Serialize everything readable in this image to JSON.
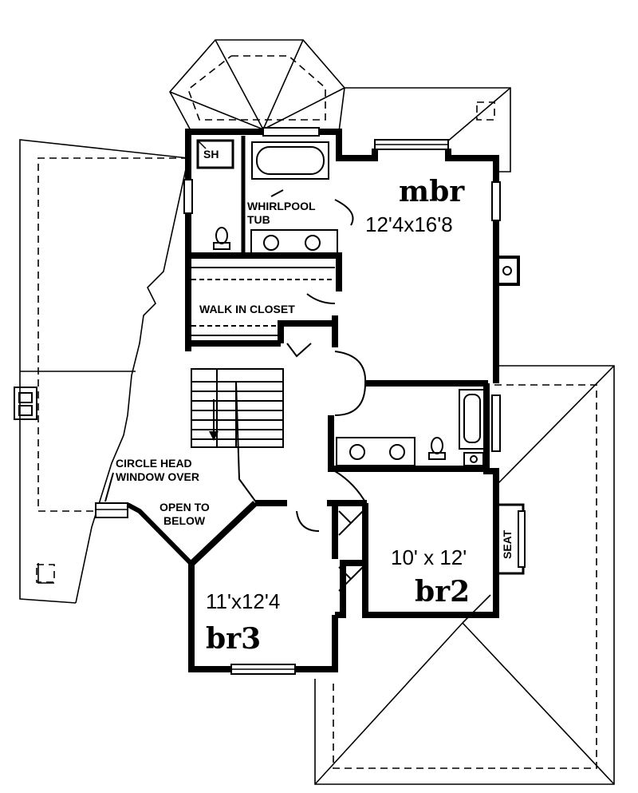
{
  "colors": {
    "ink": "#000000",
    "paper": "#ffffff"
  },
  "labels": {
    "sh": "SH",
    "whirlpool_line1": "WHIRLPOOL",
    "whirlpool_line2": "TUB",
    "walk_in_closet": "WALK IN CLOSET",
    "circle_head_line1": "CIRCLE HEAD",
    "circle_head_line2": "WINDOW OVER",
    "open_to_line1": "OPEN TO",
    "open_to_line2": "BELOW",
    "seat": "SEAT"
  },
  "rooms": {
    "mbr": {
      "name": "mbr",
      "size": "12'4x16'8"
    },
    "br2": {
      "name": "br2",
      "size": "10' x 12'"
    },
    "br3": {
      "name": "br3",
      "size": "11'x12'4"
    }
  }
}
